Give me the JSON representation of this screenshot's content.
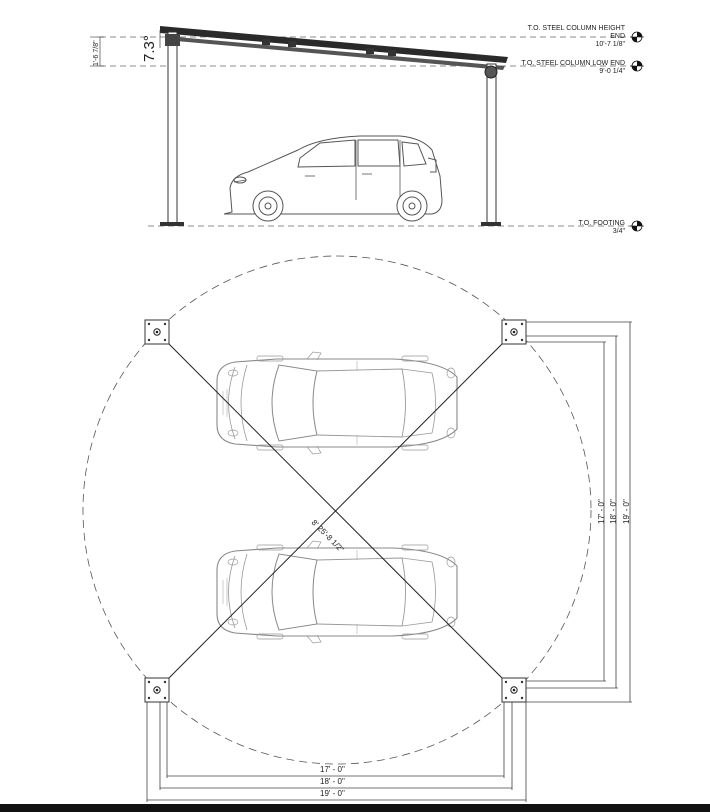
{
  "elevation": {
    "markers": [
      {
        "title": "T.O. STEEL COLUMN HEIGHT END",
        "title_l1": "T.O. STEEL COLUMN HEIGHT",
        "title_l2": "END",
        "value": "10'-7 1/8\""
      },
      {
        "title": "T.O. STEEL COLUMN LOW END",
        "title_l1": "T.O. STEEL COLUMN LOW END",
        "title_l2": "",
        "value": "9'-0 1/4\""
      },
      {
        "title": "T.O. FOOTING",
        "title_l1": "T.O. FOOTING",
        "title_l2": "",
        "value": "3/4\""
      }
    ],
    "roof_angle": "7.3°",
    "rise_dim": "1'-6 7/8\""
  },
  "plan": {
    "diagonal_dim": "8' 25'-8 1/2\"",
    "vertical_dims": [
      "17' - 0\"",
      "18' - 0\"",
      "19' - 0\""
    ],
    "horizontal_dims": [
      "17' - 0\"",
      "18' - 0\"",
      "19' - 0\""
    ]
  }
}
